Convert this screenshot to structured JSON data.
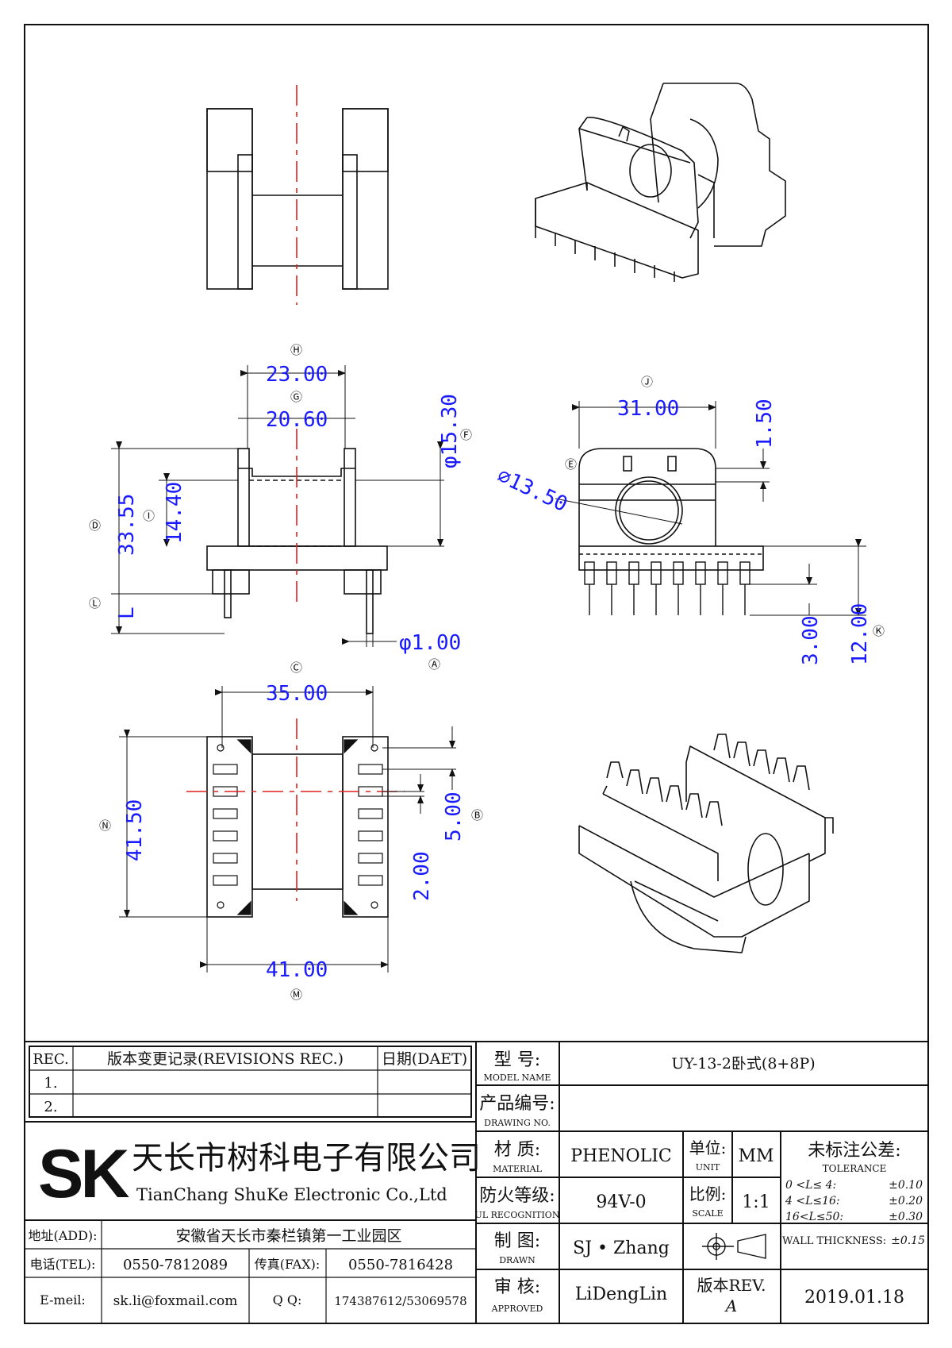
{
  "dimensions": {
    "H": "23.00",
    "G": "20.60",
    "F": "φ15.30",
    "I": "14.40",
    "D": "33.55",
    "L": "L",
    "A": "φ1.00",
    "J": "31.00",
    "J_gap": "1.50",
    "E": "∅13.50",
    "K1": "3.00",
    "K2": "12.00",
    "C": "35.00",
    "B": "5.00",
    "B2": "2.00",
    "N": "41.50",
    "M": "41.00"
  },
  "callouts": [
    "Ⓗ",
    "Ⓖ",
    "Ⓕ",
    "Ⓓ",
    "Ⓘ",
    "Ⓛ",
    "Ⓐ",
    "Ⓙ",
    "Ⓔ",
    "Ⓚ",
    "Ⓒ",
    "Ⓑ",
    "Ⓝ",
    "Ⓜ"
  ],
  "revisions": {
    "col_rec": "REC.",
    "col_title": "版本变更记录(REVISIONS REC.)",
    "col_date": "日期(DAET)",
    "rows": [
      "1.",
      "2."
    ]
  },
  "company": {
    "logo": "SK",
    "name_cn": "天长市树科电子有限公司",
    "name_en": "TianChang ShuKe Electronic Co.,Ltd",
    "addr_label": "地址(ADD):",
    "addr": "安徽省天长市秦栏镇第一工业园区",
    "tel_label": "电话(TEL):",
    "tel": "0550-7812089",
    "fax_label": "传真(FAX):",
    "fax": "0550-7816428",
    "mail_label": "E-meil:",
    "mail": "sk.li@foxmail.com",
    "qq_label": "Q Q:",
    "qq": "174387612/53069578"
  },
  "titleblock": {
    "model_cn": "型 号:",
    "model_en": "MODEL NAME",
    "model": "UY-13-2卧式(8+8P)",
    "drawing_cn": "产品编号:",
    "drawing_en": "DRAWING NO.",
    "drawing": "",
    "material_cn": "材 质:",
    "material_en": "MATERIAL",
    "material": "PHENOLIC",
    "unit_cn": "单位:",
    "unit_en": "UNIT",
    "unit": "MM",
    "ul_cn": "防火等级:",
    "ul_en": "UL RECOGNITION",
    "ul": "94V-0",
    "scale_cn": "比例:",
    "scale_en": "SCALE",
    "scale": "1:1",
    "drawn_cn": "制 图:",
    "drawn_en": "DRAWN",
    "drawn": "SJ • Zhang",
    "approved_cn": "审 核:",
    "approved_en": "APPROVED",
    "approved": "LiDengLin",
    "rev_cn": "版本REV.",
    "rev": "A",
    "date": "2019.01.18"
  },
  "tolerance": {
    "title_cn": "未标注公差:",
    "title_en": "TOLERANCE",
    "rows": [
      {
        "range": "0 <L≤ 4:",
        "tol": "±0.10"
      },
      {
        "range": "4 <L≤16:",
        "tol": "±0.20"
      },
      {
        "range": "16<L≤50:",
        "tol": "±0.30"
      },
      {
        "range": "WALL THICKNESS:",
        "tol": "±0.15"
      }
    ]
  }
}
